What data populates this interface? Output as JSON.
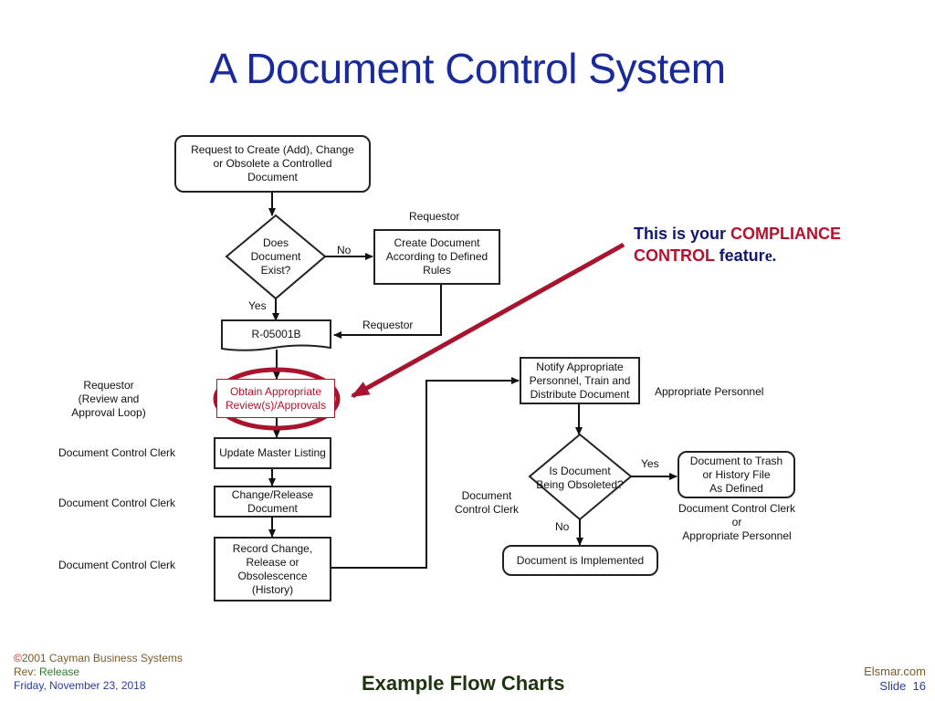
{
  "title": "A Document Control System",
  "colors": {
    "title": "#1a2a9a",
    "accent_red": "#b5122e",
    "callout_blue": "#101870",
    "footer_brown": "#7a5a2a",
    "footer_green": "#2a7a2a",
    "footer_blue": "#2a3aa0"
  },
  "nodes": {
    "request": "Request to Create (Add), Change\nor Obsolete a Controlled\nDocument",
    "does_exist": "Does\nDocument\nExist?",
    "create_doc": "Create Document\nAccording to Defined\nRules",
    "doc_id": "R-05001B",
    "obtain_review": "Obtain Appropriate\nReview(s)/Approvals",
    "update_master": "Update Master Listing",
    "change_release": "Change/Release\nDocument",
    "record_change": "Record Change,\nRelease or\nObsolescence\n(History)",
    "notify": "Notify Appropriate\nPersonnel, Train and\nDistribute Document",
    "is_obsoleted": "Is Document\nBeing Obsoleted?",
    "to_trash": "Document to Trash\nor History File\nAs Defined",
    "implemented": "Document is Implemented"
  },
  "edge_labels": {
    "no1": "No",
    "yes1": "Yes",
    "yes2": "Yes",
    "no2": "No"
  },
  "roles": {
    "requestor_top": "Requestor",
    "requestor_return": "Requestor",
    "requestor_review": "Requestor\n(Review and\nApproval Loop)",
    "clerk_update": "Document Control Clerk",
    "clerk_change": "Document Control Clerk",
    "clerk_record": "Document Control Clerk",
    "clerk_obsolete": "Document\nControl Clerk",
    "appropriate_personnel": "Appropriate Personnel",
    "trash_role": "Document Control Clerk\nor\nAppropriate Personnel"
  },
  "callout": {
    "part1": "This is your ",
    "part2": "COMPLIANCE\nCONTROL",
    "part3": " featur",
    "part4": "e."
  },
  "footer": {
    "copyright_symbol": "©",
    "copyright": "2001 Cayman Business Systems",
    "rev_label": "Rev: ",
    "rev_value": "Release",
    "date": "Friday, November 23, 2018",
    "section": "Example Flow Charts",
    "site": "Elsmar.com",
    "slide": "Slide  16"
  }
}
